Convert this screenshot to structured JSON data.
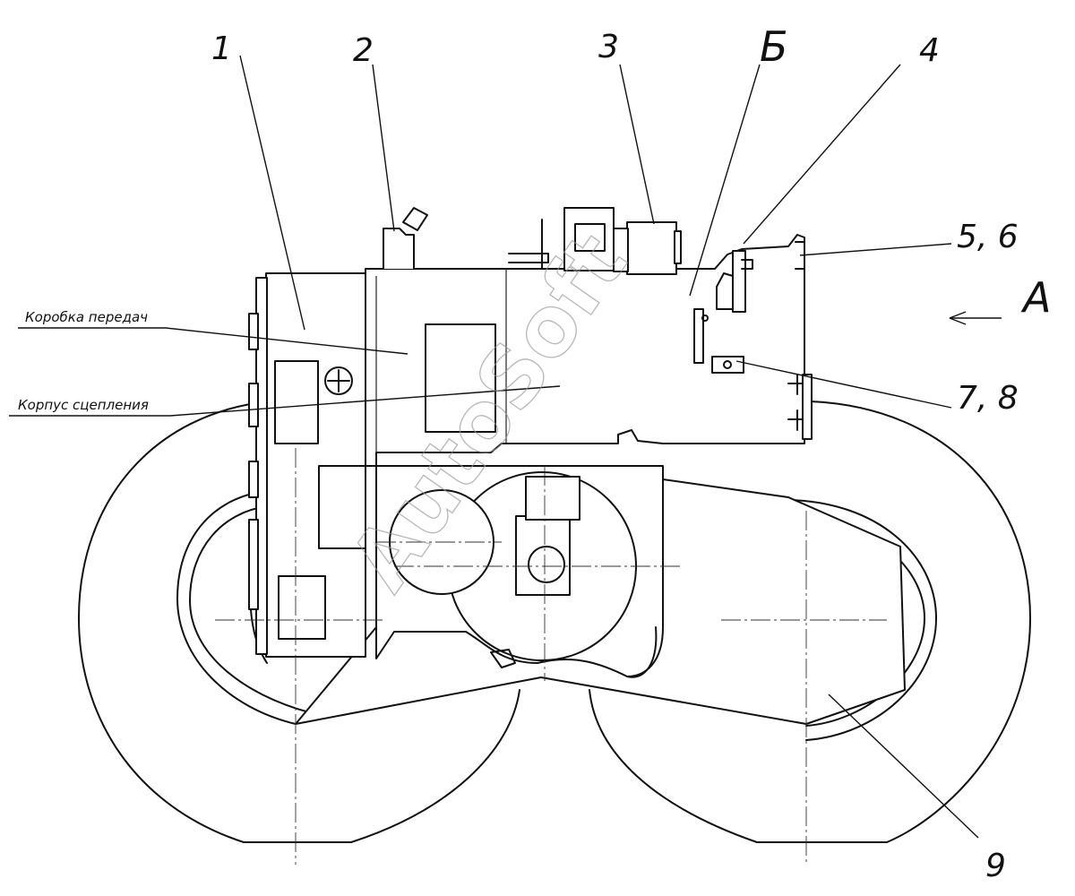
{
  "callouts": {
    "c1": "1",
    "c2": "2",
    "c3": "3",
    "cB": "Б",
    "c4": "4",
    "c56": "5, 6",
    "cA": "A",
    "c78": "7, 8",
    "c9": "9"
  },
  "notes": {
    "gearbox": "Коробка передач",
    "clutch_housing": "Корпус сцепления"
  },
  "watermark": "AutoSoft",
  "icons": {
    "view_arrow": "arrow-left-icon"
  }
}
